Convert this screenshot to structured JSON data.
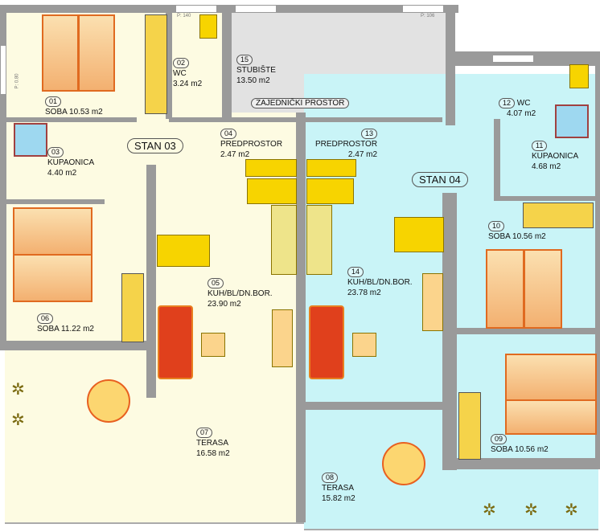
{
  "rooms": [
    {
      "num": "01",
      "name": "SOBA",
      "area": "10.53 m2"
    },
    {
      "num": "02",
      "name": "WC",
      "area": "3.24 m2"
    },
    {
      "num": "03",
      "name": "KUPAONICA",
      "area": "4.40 m2"
    },
    {
      "num": "04",
      "name": "PREDPROSTOR",
      "area": "2.47 m2"
    },
    {
      "num": "05",
      "name": "KUH/BL/DN.BOR.",
      "area": "23.90 m2"
    },
    {
      "num": "06",
      "name": "SOBA",
      "area": "11.22 m2"
    },
    {
      "num": "07",
      "name": "TERASA",
      "area": "16.58 m2"
    },
    {
      "num": "08",
      "name": "TERASA",
      "area": "15.82 m2"
    },
    {
      "num": "09",
      "name": "SOBA",
      "area": "10.56 m2"
    },
    {
      "num": "10",
      "name": "SOBA",
      "area": "10.56 m2"
    },
    {
      "num": "11",
      "name": "KUPAONICA",
      "area": "4.68 m2"
    },
    {
      "num": "12",
      "name": "WC",
      "area": "4.07 m2"
    },
    {
      "num": "13",
      "name": "PREDPROSTOR",
      "area": "2.47 m2"
    },
    {
      "num": "14",
      "name": "KUH/BL/DN.BOR.",
      "area": "23.78 m2"
    },
    {
      "num": "15",
      "name": "STUBIŠTE",
      "area": "13.50 m2"
    }
  ],
  "apartments": [
    "STAN 03",
    "STAN 04"
  ],
  "common_area": "ZAJEDNIČKI PROSTOR",
  "window_notes": [
    "P: 140",
    "P: 106",
    "P: 0.80"
  ],
  "colors": {
    "stan03": "#fdfbe2",
    "stan04": "#c9f4f7",
    "stairs": "#e2e2e2",
    "wall": "#9a9a9a"
  }
}
